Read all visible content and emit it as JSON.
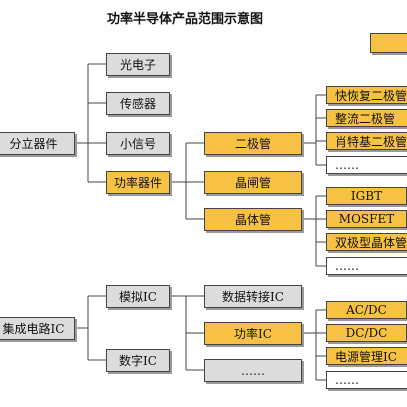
{
  "title": "功率半导体产品范围示意图",
  "legend_box": "",
  "root_discrete": "分立器件",
  "discrete_children": [
    "光电子",
    "传感器",
    "小信号",
    "功率器件"
  ],
  "power_devices": [
    "二极管",
    "晶闸管",
    "晶体管"
  ],
  "diode_types": [
    "快恢复二极管",
    "整流二极管",
    "肖特基二极管",
    "……"
  ],
  "transistor_types": [
    "IGBT",
    "MOSFET",
    "双极型晶体管",
    "……"
  ],
  "root_ic": "集成电路IC",
  "ic_children": [
    "模拟IC",
    "数字IC"
  ],
  "analog_ic_children": [
    "数据转接IC",
    "功率IC",
    "……"
  ],
  "power_ic_types": [
    "AC/DC",
    "DC/DC",
    "电源管理IC",
    "……"
  ],
  "colors": {
    "highlight": "#f7c243",
    "neutral": "#dcdcdc",
    "border": "#444444"
  }
}
